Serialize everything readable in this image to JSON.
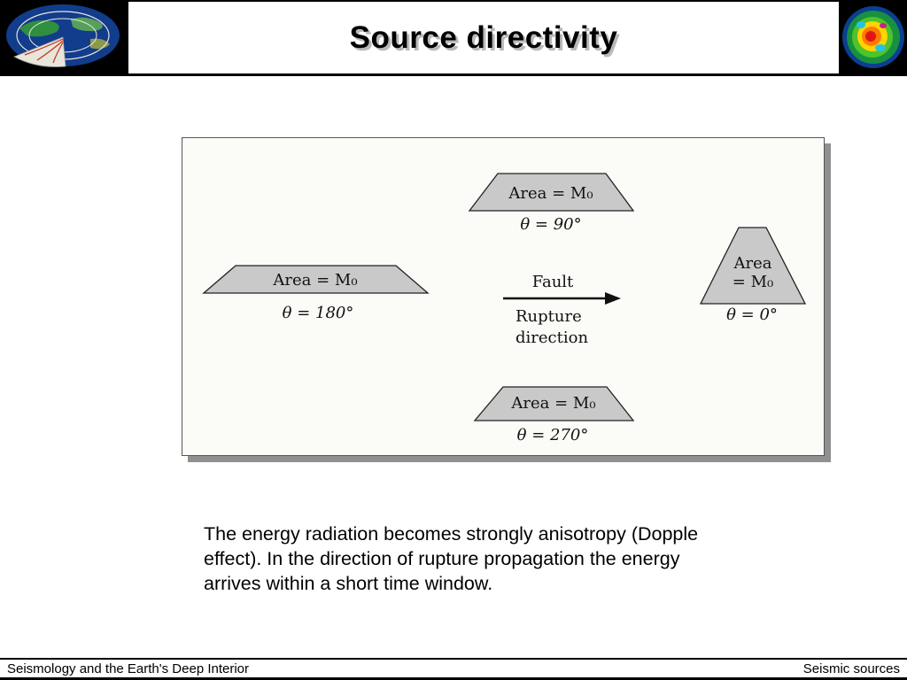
{
  "header": {
    "title": "Source directivity"
  },
  "logos": {
    "left": "earth-interior-globe-logo",
    "right": "tomography-slice-logo"
  },
  "figure": {
    "top": {
      "area": "Area = M₀",
      "theta": "θ = 90°"
    },
    "left": {
      "area": "Area = M₀",
      "theta": "θ = 180°"
    },
    "right": {
      "area1": "Area",
      "area2": "= M₀",
      "theta": "θ = 0°"
    },
    "bottom": {
      "area": "Area = M₀",
      "theta": "θ = 270°"
    },
    "fault": "Fault",
    "rupture1": "Rupture",
    "rupture2": "direction"
  },
  "body": {
    "lines": [
      "The energy radiation becomes strongly anisotropy (Dopple",
      "effect). In the direction of rupture propagation the energy",
      "arrives within a short time window."
    ]
  },
  "footer": {
    "left": "Seismology and the Earth's Deep Interior",
    "right": "Seismic sources"
  }
}
